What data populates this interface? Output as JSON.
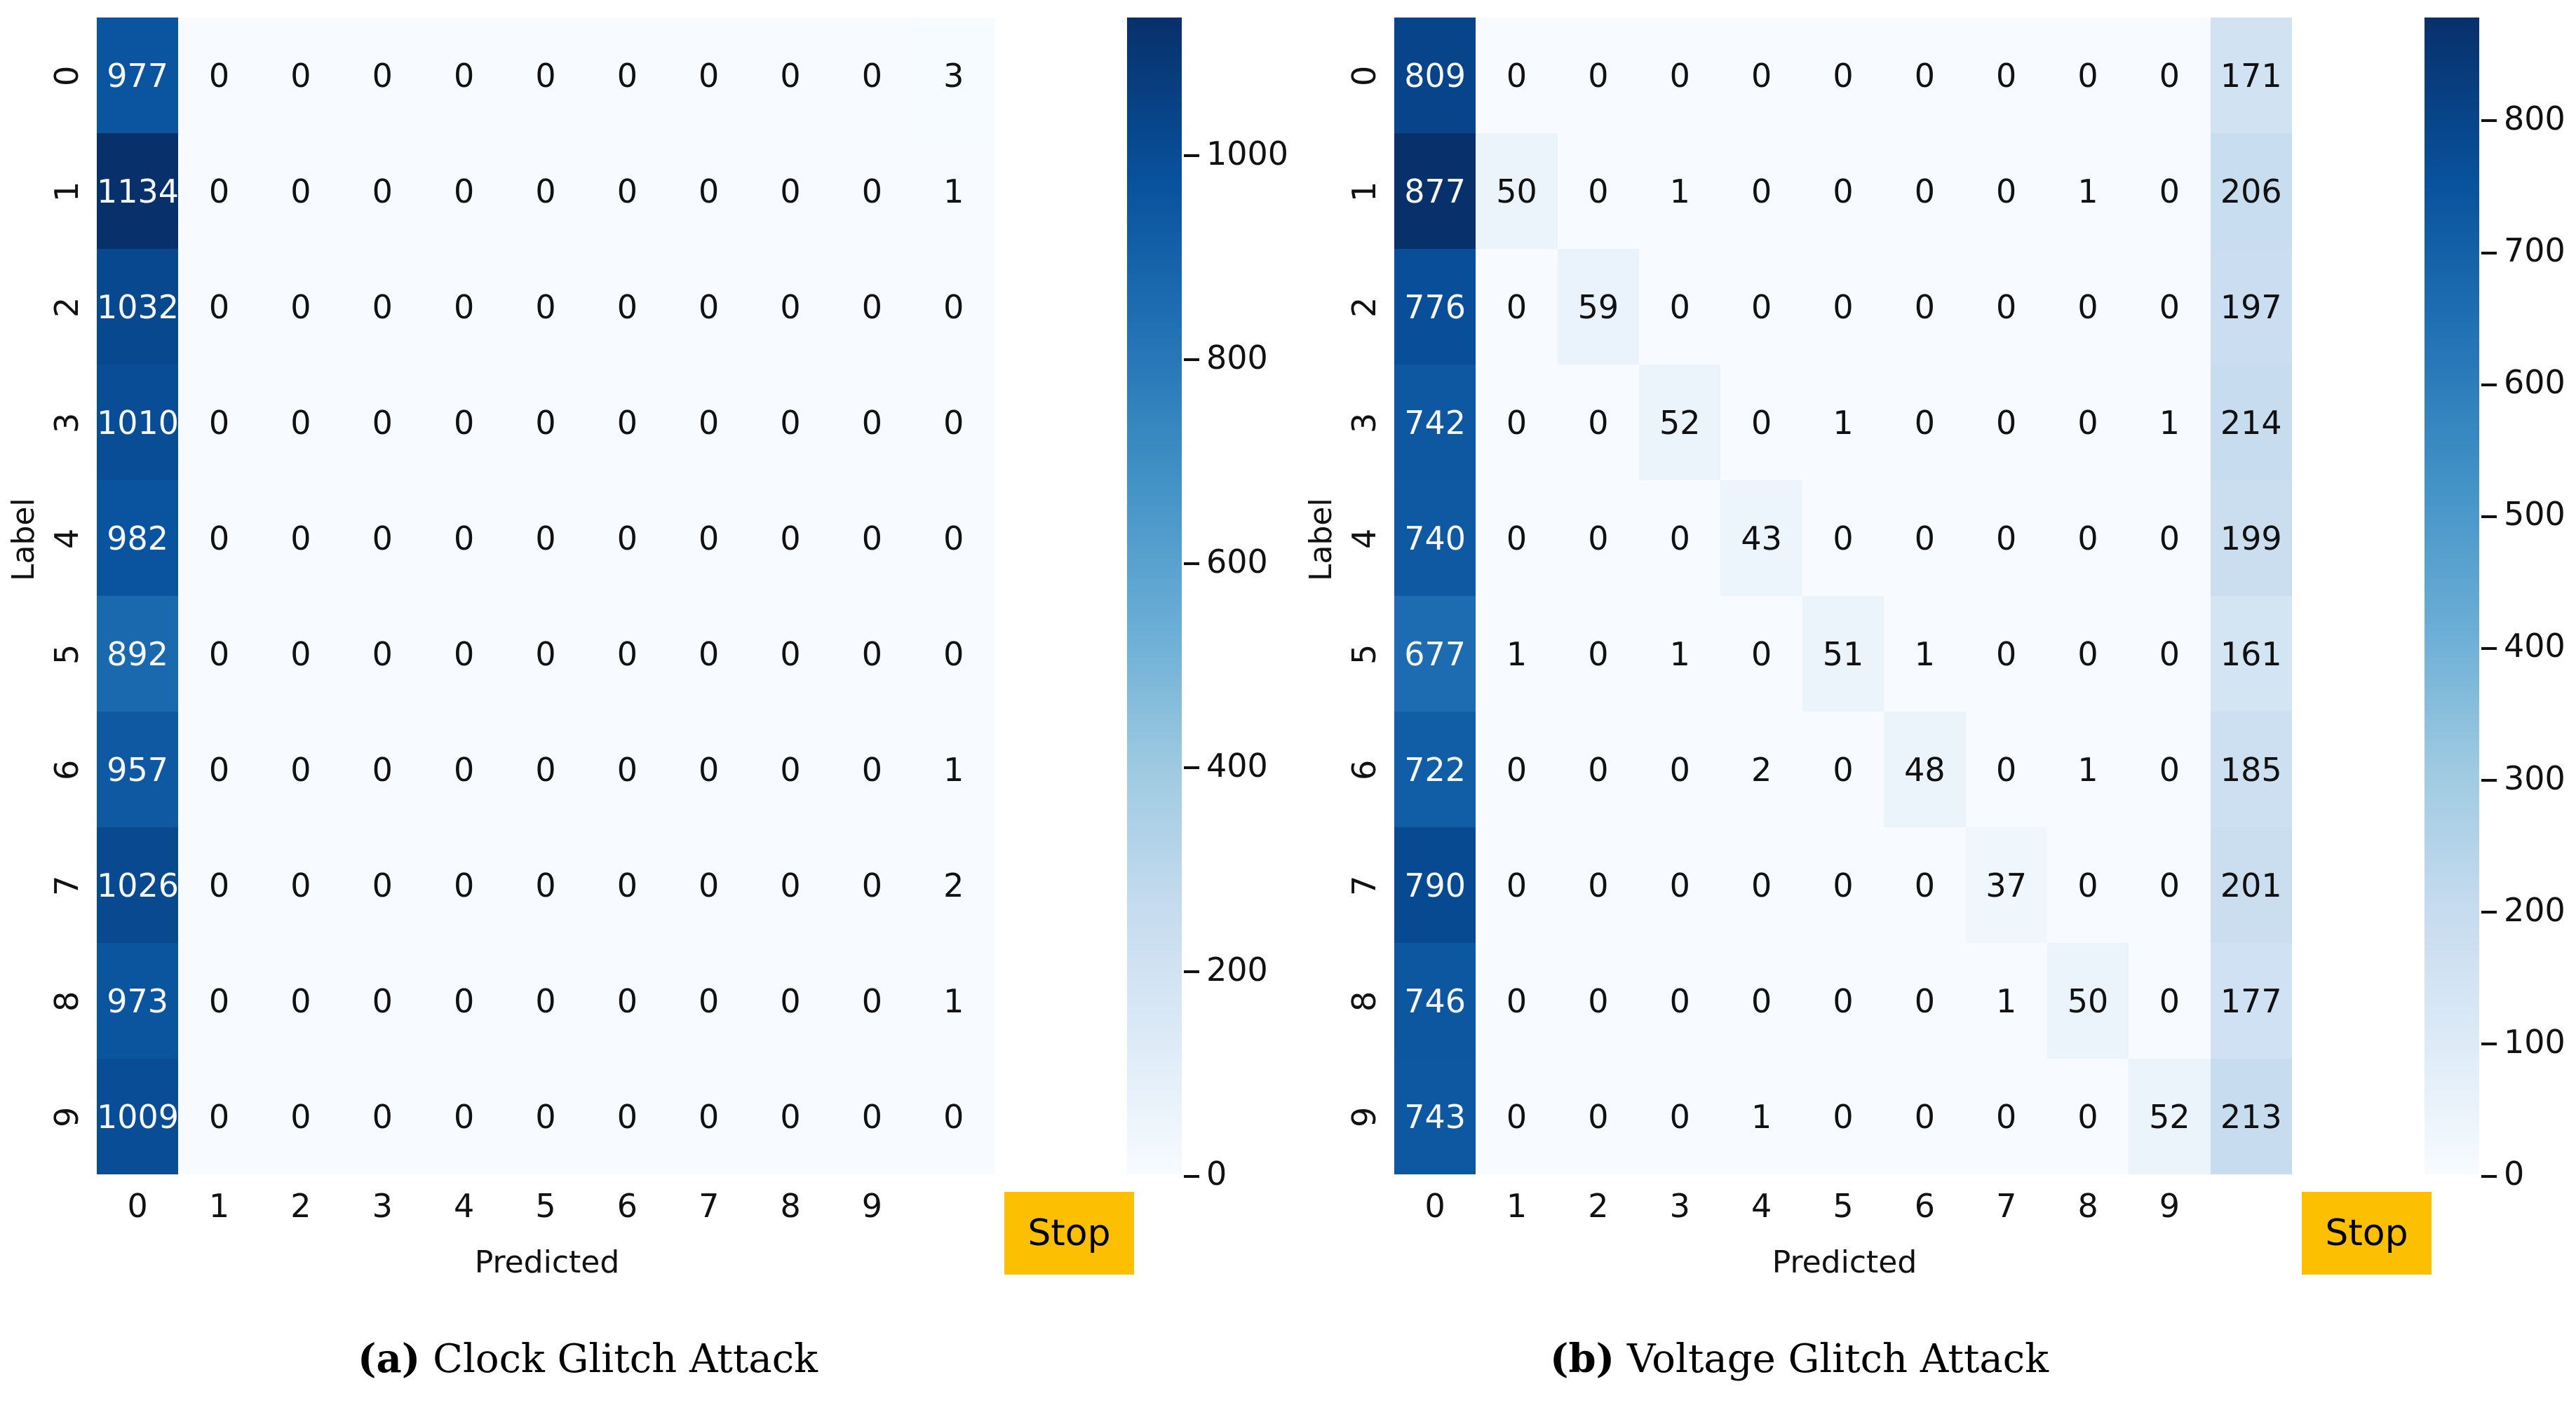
{
  "figure": {
    "axis_labels": {
      "x": "Predicted",
      "y": "Label"
    },
    "stop_label": "Stop",
    "stop_color": "#FCBF02",
    "colormap": "Blues"
  },
  "panels": [
    {
      "id": "a",
      "caption_tag": "(a)",
      "caption_text": "Clock Glitch Attack",
      "chart_data": {
        "type": "heatmap",
        "title": "Clock Glitch Attack",
        "xlabel": "Predicted",
        "ylabel": "Label",
        "x_tick_labels": [
          "0",
          "1",
          "2",
          "3",
          "4",
          "5",
          "6",
          "7",
          "8",
          "9",
          "Stop"
        ],
        "y_tick_labels": [
          "0",
          "1",
          "2",
          "3",
          "4",
          "5",
          "6",
          "7",
          "8",
          "9"
        ],
        "colorbar_ticks": [
          1000,
          800,
          600,
          400,
          200,
          0
        ],
        "vmin": 0,
        "vmax": 1134,
        "grid": false,
        "values": [
          [
            977,
            0,
            0,
            0,
            0,
            0,
            0,
            0,
            0,
            0,
            3
          ],
          [
            1134,
            0,
            0,
            0,
            0,
            0,
            0,
            0,
            0,
            0,
            1
          ],
          [
            1032,
            0,
            0,
            0,
            0,
            0,
            0,
            0,
            0,
            0,
            0
          ],
          [
            1010,
            0,
            0,
            0,
            0,
            0,
            0,
            0,
            0,
            0,
            0
          ],
          [
            982,
            0,
            0,
            0,
            0,
            0,
            0,
            0,
            0,
            0,
            0
          ],
          [
            892,
            0,
            0,
            0,
            0,
            0,
            0,
            0,
            0,
            0,
            0
          ],
          [
            957,
            0,
            0,
            0,
            0,
            0,
            0,
            0,
            0,
            0,
            1
          ],
          [
            1026,
            0,
            0,
            0,
            0,
            0,
            0,
            0,
            0,
            0,
            2
          ],
          [
            973,
            0,
            0,
            0,
            0,
            0,
            0,
            0,
            0,
            0,
            1
          ],
          [
            1009,
            0,
            0,
            0,
            0,
            0,
            0,
            0,
            0,
            0,
            0
          ]
        ]
      }
    },
    {
      "id": "b",
      "caption_tag": "(b)",
      "caption_text": "Voltage Glitch Attack",
      "chart_data": {
        "type": "heatmap",
        "title": "Voltage Glitch Attack",
        "xlabel": "Predicted",
        "ylabel": "Label",
        "x_tick_labels": [
          "0",
          "1",
          "2",
          "3",
          "4",
          "5",
          "6",
          "7",
          "8",
          "9",
          "Stop"
        ],
        "y_tick_labels": [
          "0",
          "1",
          "2",
          "3",
          "4",
          "5",
          "6",
          "7",
          "8",
          "9"
        ],
        "colorbar_ticks": [
          800,
          700,
          600,
          500,
          400,
          300,
          200,
          100,
          0
        ],
        "vmin": 0,
        "vmax": 877,
        "grid": false,
        "values": [
          [
            809,
            0,
            0,
            0,
            0,
            0,
            0,
            0,
            0,
            0,
            171
          ],
          [
            877,
            50,
            0,
            1,
            0,
            0,
            0,
            0,
            1,
            0,
            206
          ],
          [
            776,
            0,
            59,
            0,
            0,
            0,
            0,
            0,
            0,
            0,
            197
          ],
          [
            742,
            0,
            0,
            52,
            0,
            1,
            0,
            0,
            0,
            1,
            214
          ],
          [
            740,
            0,
            0,
            0,
            43,
            0,
            0,
            0,
            0,
            0,
            199
          ],
          [
            677,
            1,
            0,
            1,
            0,
            51,
            1,
            0,
            0,
            0,
            161
          ],
          [
            722,
            0,
            0,
            0,
            2,
            0,
            48,
            0,
            1,
            0,
            185
          ],
          [
            790,
            0,
            0,
            0,
            0,
            0,
            0,
            37,
            0,
            0,
            201
          ],
          [
            746,
            0,
            0,
            0,
            0,
            0,
            0,
            1,
            50,
            0,
            177
          ],
          [
            743,
            0,
            0,
            0,
            1,
            0,
            0,
            0,
            0,
            52,
            213
          ]
        ]
      }
    }
  ]
}
